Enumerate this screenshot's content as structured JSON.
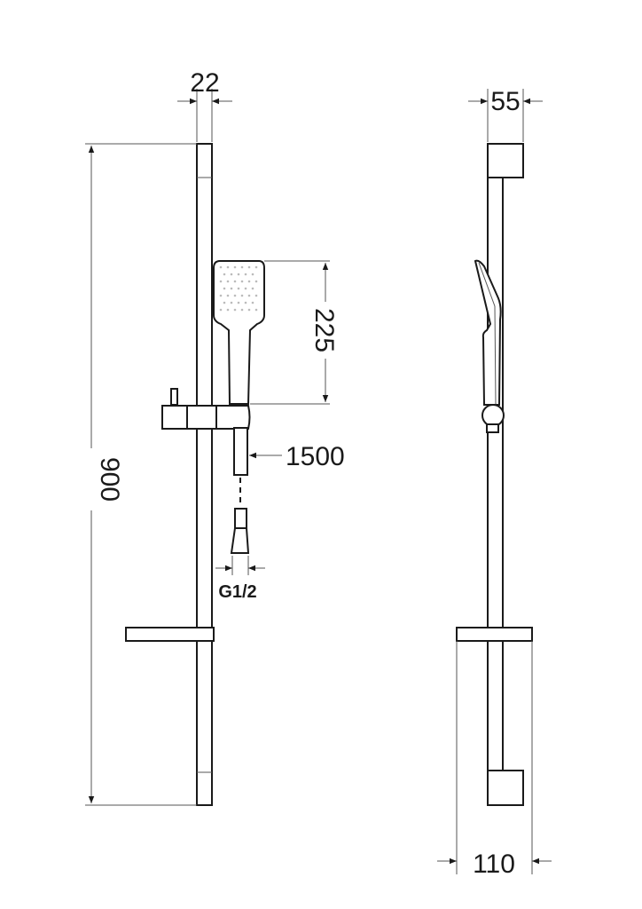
{
  "dimensions": {
    "rail_width": "22",
    "rail_height": "900",
    "handshower_length": "225",
    "hose_length": "1500",
    "thread": "G1/2",
    "bracket_depth": "55",
    "shelf_depth": "110"
  },
  "colors": {
    "line": "#1a1a1a",
    "background": "#ffffff"
  }
}
